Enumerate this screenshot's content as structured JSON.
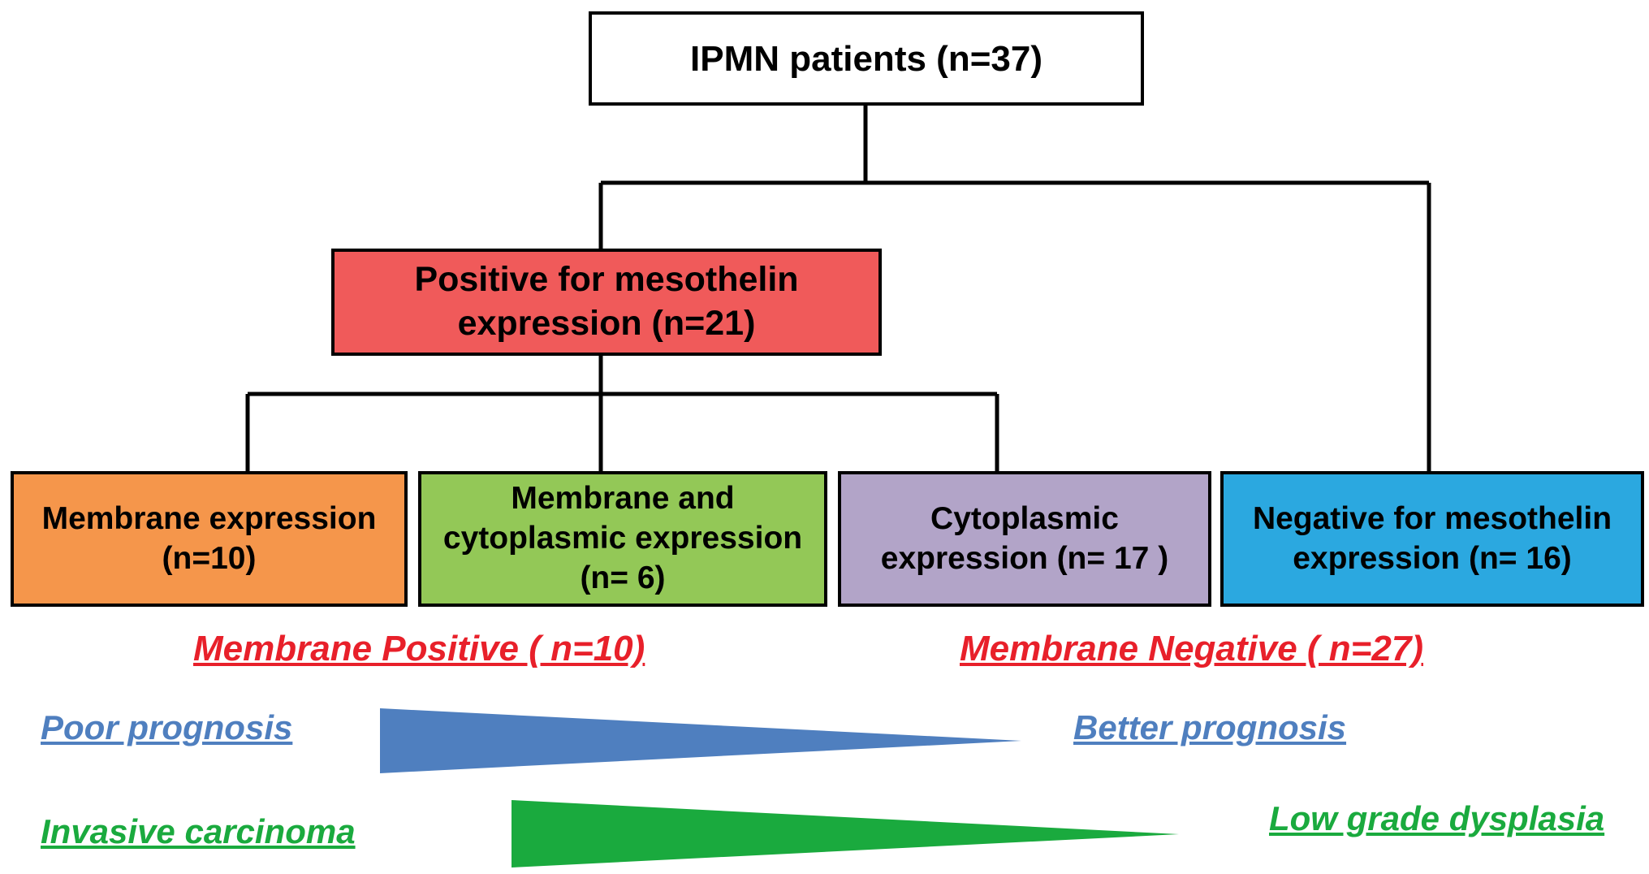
{
  "root": {
    "label": "IPMN patients (n=37)"
  },
  "positive": {
    "line1": "Positive for mesothelin",
    "line2": "expression (n=21)"
  },
  "membrane": {
    "line1": "Membrane expression",
    "line2": "(n=10)"
  },
  "membrane_cytoplasmic": {
    "line1": "Membrane and",
    "line2": "cytoplasmic expression",
    "line3": "(n= 6)"
  },
  "cytoplasmic": {
    "line1": "Cytoplasmic",
    "line2": "expression (n= 17 )"
  },
  "negative": {
    "line1": "Negative for mesothelin",
    "line2": "expression (n= 16)"
  },
  "groups": {
    "membrane_positive": "Membrane Positive ( n=10)",
    "membrane_negative": "Membrane Negative ( n=27)"
  },
  "prognosis": {
    "left": "Poor prognosis",
    "right": "Better prognosis"
  },
  "histology": {
    "left": "Invasive carcinoma",
    "right": "Low grade dysplasia"
  },
  "colors": {
    "positive_box": "#f05a5a",
    "membrane_box": "#f5964b",
    "membrane_cytoplasmic_box": "#93c857",
    "cytoplasmic_box": "#b2a4c8",
    "negative_box": "#2ba8e0",
    "prognosis_wedge": "#4f7fbf",
    "histology_wedge": "#1aaa3e",
    "group_label": "#e8202a"
  }
}
